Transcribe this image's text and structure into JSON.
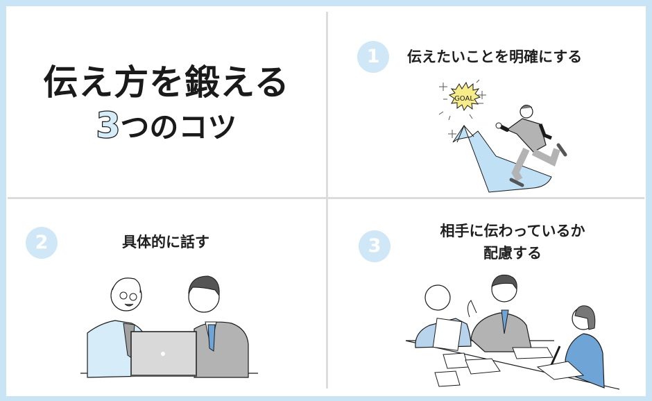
{
  "title": {
    "line1": "伝え方を鍛える",
    "number": "3",
    "line2_rest": "つのコツ"
  },
  "tips": [
    {
      "number": "1",
      "heading": "伝えたいことを明確にする",
      "illustration": "running-businessman-goal",
      "illustration_text": "GOAL"
    },
    {
      "number": "2",
      "heading": "具体的に話す",
      "illustration": "two-colleagues-laptop"
    },
    {
      "number": "3",
      "heading_line1": "相手に伝わっているか",
      "heading_line2": "配慮する",
      "illustration": "meeting-table-three-people"
    }
  ],
  "colors": {
    "frame": "#c9e5f5",
    "badge": "#cfe7f6",
    "divider": "#dcdcdc",
    "text": "#1e1e1e",
    "accent_blue": "#bfe0f5",
    "tie_blue": "#6fa4d6",
    "suit_gray": "#b3b3b3",
    "goal_yellow": "#f7ec8a"
  }
}
